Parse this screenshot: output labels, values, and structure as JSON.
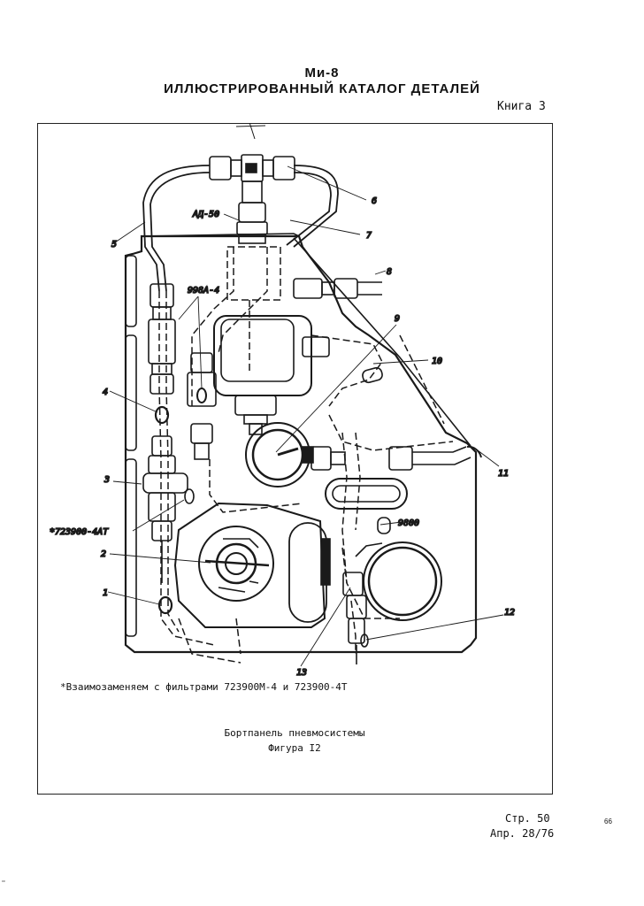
{
  "header": {
    "model": "Ми-8",
    "title": "ИЛЛЮСТРИРОВАННЫЙ КАТАЛОГ ДЕТАЛЕЙ",
    "book": "Книга 3"
  },
  "figure": {
    "callouts": {
      "n1": "1",
      "n2": "2",
      "n3": "3",
      "n4": "4",
      "n5": "5",
      "n6": "6",
      "n7": "7",
      "n8": "8",
      "n9": "9",
      "n10": "10",
      "n11": "11",
      "n12": "12",
      "n13": "13",
      "ad50": "АД-50",
      "p998a4": "998А-4",
      "p723900": "*723900-4АТ",
      "p9800": "9800"
    }
  },
  "footnote": "*Взаимозаменяем с фильтрами 723900М-4 и 723900-4Т",
  "caption": {
    "line1": "Бортпанель пневмосистемы",
    "line2": "Фигура I2"
  },
  "footer": {
    "page": "Стр. 50",
    "date": "Апр. 28/76",
    "sheet": "66",
    "corner_mark": "ᵒᵒ"
  }
}
